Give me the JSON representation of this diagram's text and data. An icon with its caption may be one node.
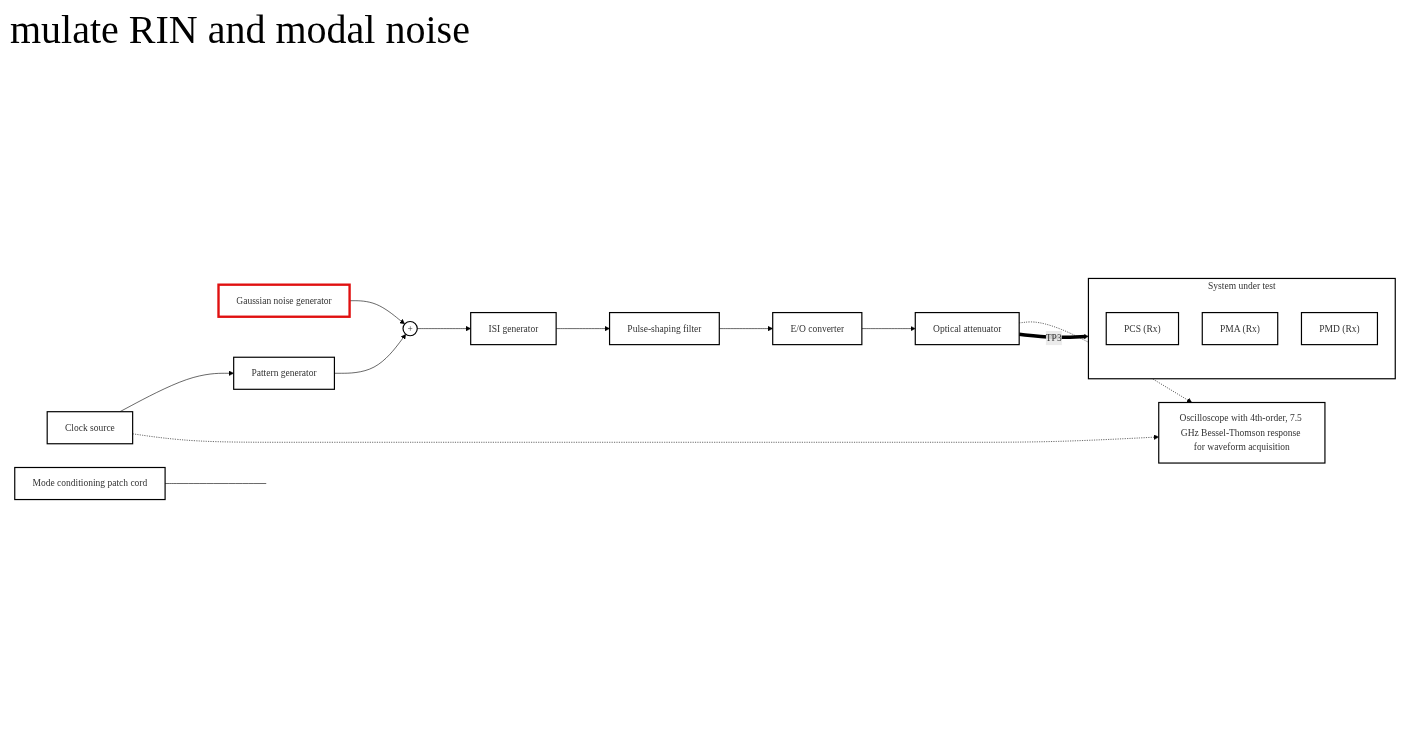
{
  "diagram": {
    "title": "mulate RIN and modal noise",
    "nodes": [
      {
        "text": [
          "Gaussian noise generator"
        ]
      },
      {
        "text": [
          "+"
        ]
      },
      {
        "text": [
          "ISI generator"
        ]
      },
      {
        "text": [
          "Pulse-shaping filter"
        ]
      },
      {
        "text": [
          "E/O converter"
        ]
      },
      {
        "text": [
          "Optical attenuator"
        ]
      },
      {
        "text": [
          "System under test"
        ]
      },
      {
        "text": [
          "PCS (Rx)"
        ],
        "in": 6
      },
      {
        "text": [
          "PMA (Rx)"
        ],
        "in": 6
      },
      {
        "text": [
          "PMD (Rx)"
        ],
        "in": 6
      },
      {
        "text": [
          "Pattern generator"
        ]
      },
      {
        "text": [
          "Clock source"
        ]
      },
      {
        "text": [
          "Oscilloscope with 4th-order, 7.5 GHz Bessel-Thomson response for waveform acquisition"
        ]
      },
      {
        "text": [
          "Mode conditioning patch cord"
        ]
      }
    ],
    "edges": [
      {
        "from": 0,
        "to": 1,
        "arrow": "to"
      },
      {
        "from": 10,
        "to": 1,
        "arrow": "to"
      },
      {
        "from": 1,
        "to": 2,
        "arrow": "to"
      },
      {
        "from": 2,
        "to": 3,
        "arrow": "to"
      },
      {
        "from": 3,
        "to": 4,
        "arrow": "to"
      },
      {
        "from": 4,
        "to": 5,
        "arrow": "to"
      },
      {
        "from": 5,
        "to": 6,
        "arrow": "to",
        "label": "TP3",
        "style": "thick"
      },
      {
        "from": 5,
        "to": 12,
        "arrow": "to",
        "style": "dashed"
      },
      {
        "from": 11,
        "to": 10,
        "arrow": "to"
      },
      {
        "from": 11,
        "to": 12,
        "arrow": "to",
        "style": "dashed"
      },
      {
        "from": 13,
        "to": null,
        "arrow": "none"
      }
    ]
  }
}
